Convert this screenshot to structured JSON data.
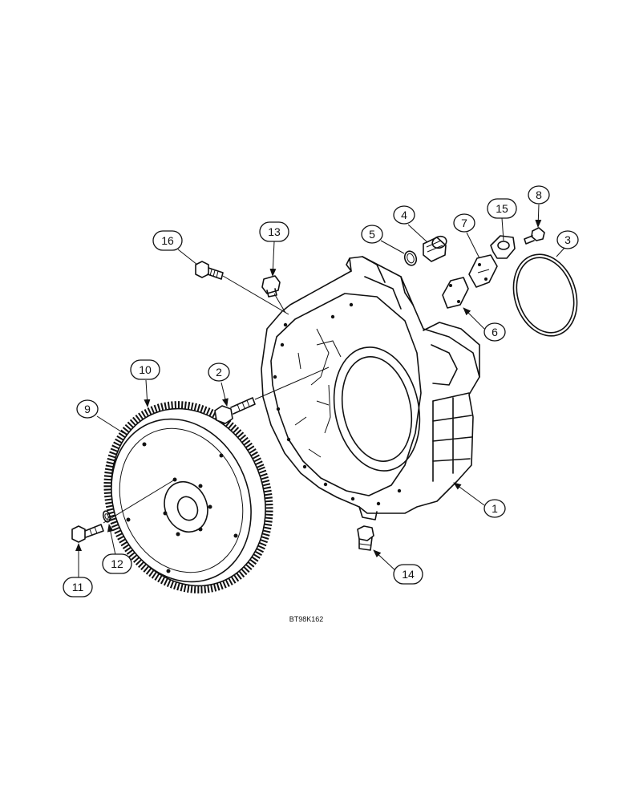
{
  "diagram": {
    "drawing_code": "BT98K162",
    "callouts": [
      {
        "id": "1",
        "label": "1"
      },
      {
        "id": "2",
        "label": "2"
      },
      {
        "id": "3",
        "label": "3"
      },
      {
        "id": "4",
        "label": "4"
      },
      {
        "id": "5",
        "label": "5"
      },
      {
        "id": "6",
        "label": "6"
      },
      {
        "id": "7",
        "label": "7"
      },
      {
        "id": "8",
        "label": "8"
      },
      {
        "id": "9",
        "label": "9"
      },
      {
        "id": "10",
        "label": "10"
      },
      {
        "id": "11",
        "label": "11"
      },
      {
        "id": "12",
        "label": "12"
      },
      {
        "id": "13",
        "label": "13"
      },
      {
        "id": "14",
        "label": "14"
      },
      {
        "id": "15",
        "label": "15"
      },
      {
        "id": "16",
        "label": "16"
      }
    ]
  }
}
